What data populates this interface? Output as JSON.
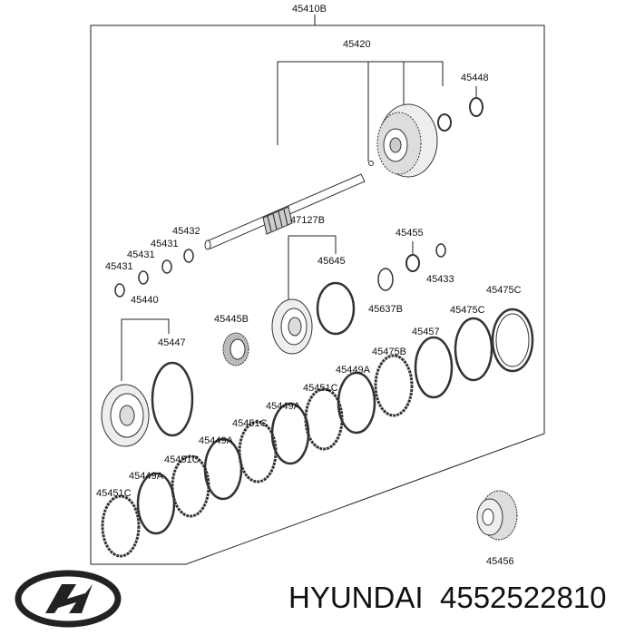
{
  "diagram": {
    "assembly_label": "45410B",
    "shaft_label": "45420",
    "parts": {
      "p45448": "45448",
      "p45432": "45432",
      "p45431_a": "45431",
      "p45431_b": "45431",
      "p45431_c": "45431",
      "p47127B": "47127B",
      "p45645": "45645",
      "p45455": "45455",
      "p45433": "45433",
      "p45637B": "45637B",
      "p45440": "45440",
      "p45445B": "45445B",
      "p45447": "45447",
      "p45475C_a": "45475C",
      "p45475C_b": "45475C",
      "p45457": "45457",
      "p45475B": "45475B",
      "p45449A_a": "45449A",
      "p45451C_a": "45451C",
      "p45449A_b": "45449A",
      "p45451C_b": "45451C",
      "p45449A_c": "45449A",
      "p45451C_c": "45451C",
      "p45449A_d": "45449A",
      "p45451C_d": "45451C",
      "p45456": "45456"
    }
  },
  "footer": {
    "brand": "HYUNDAI",
    "part_number": "4552522810"
  },
  "colors": {
    "line": "#222222",
    "text": "#111111",
    "background": "#ffffff"
  },
  "icons": {
    "logo": "hyundai-logo-icon"
  }
}
